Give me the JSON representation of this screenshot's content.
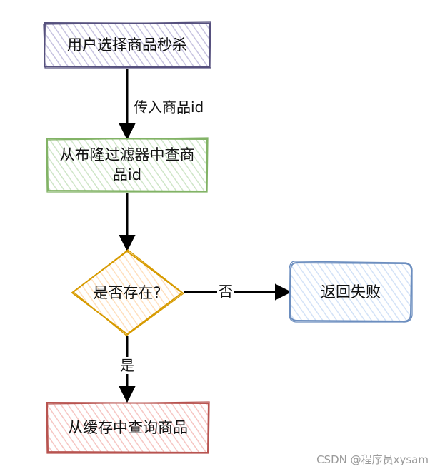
{
  "nodes": {
    "start": {
      "label": "用户选择商品秒杀",
      "stroke": "#56517e",
      "fill": "#d0cee2"
    },
    "bloom": {
      "label": "从布隆过滤器中查商品id",
      "stroke": "#82b366",
      "fill": "#d5e8d4"
    },
    "decision": {
      "label": "是否存在?",
      "stroke": "#d79b00",
      "fill": "#ffe6cc"
    },
    "fail": {
      "label": "返回失败",
      "stroke": "#6c8ebf",
      "fill": "#dae8fc"
    },
    "cache": {
      "label": "从缓存中查询商品",
      "stroke": "#b85450",
      "fill": "#f8cecc"
    }
  },
  "edges": {
    "pass_id": "传入商品id",
    "no": "否",
    "yes": "是"
  },
  "watermark": "CSDN @程序员xysam"
}
